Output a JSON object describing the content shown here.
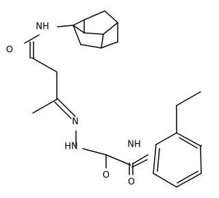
{
  "molecule": {
    "atoms": {
      "nh_top": "NH",
      "o_top": "O",
      "n_imine": "N",
      "nh_hydrazine": "HN",
      "nh_anilide": "NH",
      "o_bottom_left": "O",
      "o_bottom_right": "O"
    },
    "colors": {
      "bond": "#000000",
      "label": "#000000",
      "background": "#ffffff"
    }
  }
}
